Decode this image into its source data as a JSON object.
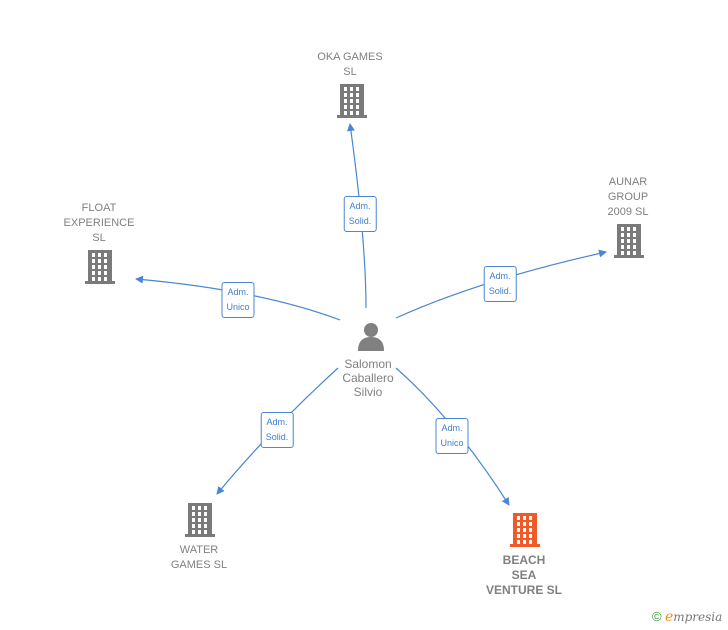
{
  "center": {
    "label": "Salomon\nCaballero\nSilvio",
    "icon": "person-icon"
  },
  "companies": [
    {
      "id": "oka",
      "label": "OKA GAMES\nSL",
      "icon": "building-icon",
      "color": "#7a7a7a",
      "relation": "Adm.\nSolid."
    },
    {
      "id": "aunar",
      "label": "AUNAR\nGROUP\n2009 SL",
      "icon": "building-icon",
      "color": "#7a7a7a",
      "relation": "Adm.\nSolid."
    },
    {
      "id": "float",
      "label": "FLOAT\nEXPERIENCE\nSL",
      "icon": "building-icon",
      "color": "#7a7a7a",
      "relation": "Adm.\nUnico"
    },
    {
      "id": "water",
      "label": "WATER\nGAMES SL",
      "icon": "building-icon",
      "color": "#7a7a7a",
      "relation": "Adm.\nSolid."
    },
    {
      "id": "beach",
      "label": "BEACH\nSEA\nVENTURE SL",
      "icon": "building-icon",
      "color": "#f05a28",
      "relation": "Adm.\nUnico",
      "main": true
    }
  ],
  "colors": {
    "edge": "#4a86d4",
    "building": "#7a7a7a",
    "highlight": "#f05a28",
    "person": "#808080"
  },
  "brand": {
    "copyright": "©",
    "e": "e",
    "rest": "mpresia"
  }
}
